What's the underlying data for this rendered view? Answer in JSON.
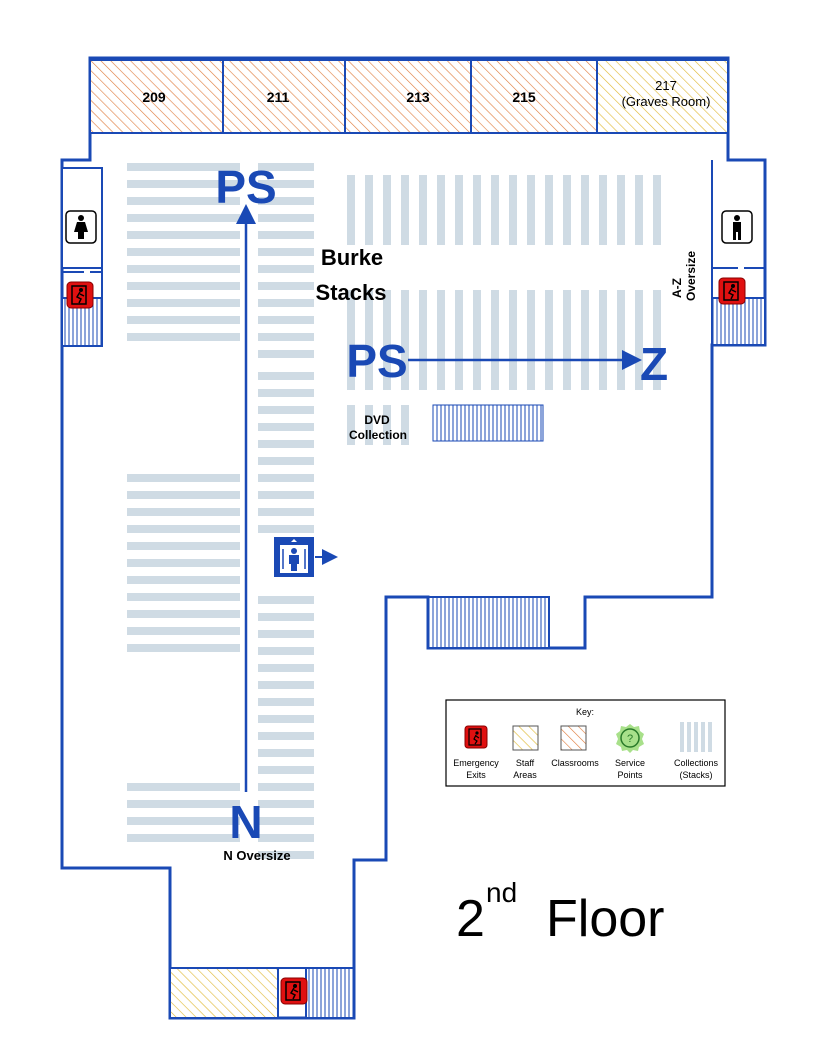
{
  "rooms": [
    {
      "id": "209",
      "label": "209"
    },
    {
      "id": "211",
      "label": "211"
    },
    {
      "id": "213",
      "label": "213"
    },
    {
      "id": "215",
      "label": "215"
    },
    {
      "id": "217",
      "label": "217",
      "sublabel": "(Graves Room)"
    }
  ],
  "labels": {
    "ps_top": "PS",
    "burke_line1": "Burke",
    "burke_line2": "Stacks",
    "ps_mid": "PS",
    "z": "Z",
    "dvd_line1": "DVD",
    "dvd_line2": "Collection",
    "az_line1": "A-Z",
    "az_line2": "Oversize",
    "n": "N",
    "n_oversize": "N Oversize",
    "floor_num": "2",
    "floor_sup": "nd",
    "floor_word": "Floor"
  },
  "key": {
    "title": "Key:",
    "items": [
      {
        "icon": "emergency-exit-icon",
        "line1": "Emergency",
        "line2": "Exits"
      },
      {
        "icon": "staff-area-swatch",
        "line1": "Staff",
        "line2": "Areas"
      },
      {
        "icon": "classroom-swatch",
        "line1": "Classrooms",
        "line2": ""
      },
      {
        "icon": "service-point-icon",
        "line1": "Service",
        "line2": "Points"
      },
      {
        "icon": "stacks-swatch",
        "line1": "Collections",
        "line2": "(Stacks)"
      }
    ]
  },
  "icons": {
    "restroom_women": "women-restroom-icon",
    "restroom_men": "men-restroom-icon",
    "elevator": "elevator-icon",
    "exit": "emergency-exit-icon"
  },
  "colors": {
    "wall": "#1a49b5",
    "stacks": "#cfdbe4",
    "classroom_hatch": "#e07a3a",
    "staff_hatch": "#e0b830",
    "exit_red": "#e01010",
    "service_green": "#a8e08a"
  }
}
